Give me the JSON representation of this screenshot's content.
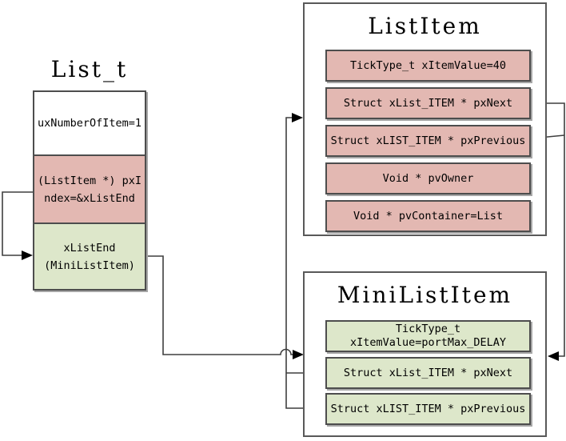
{
  "list_t": {
    "title": "List_t",
    "cells": [
      {
        "name": "uxNumberOfItem",
        "text": "uxNumberOfItem=1",
        "fill": "#ffffff"
      },
      {
        "name": "pxIndex",
        "text": "(ListItem *) pxIndex=&xListEnd",
        "fill": "#e3b8b2"
      },
      {
        "name": "xListEnd",
        "text": "xListEnd (MiniListItem)",
        "fill": "#dde7ca"
      }
    ]
  },
  "list_item": {
    "title": "ListItem",
    "rows": [
      "TickType_t xItemValue=40",
      "Struct xList_ITEM * pxNext",
      "Struct xLIST_ITEM * pxPrevious",
      "Void * pvOwner",
      "Void * pvContainer=List"
    ]
  },
  "mini_list_item": {
    "title": "MiniListItem",
    "rows": [
      "TickType_t xItemValue=portMax_DELAY",
      "Struct xList_ITEM * pxNext",
      "Struct xLIST_ITEM * pxPrevious"
    ]
  },
  "connections": [
    {
      "from": "List_t.pxIndex",
      "to": "List_t.xListEnd"
    },
    {
      "from": "List_t.xListEnd",
      "to": "MiniListItem"
    },
    {
      "from": "MiniListItem.pxNext",
      "to": "ListItem"
    },
    {
      "from": "MiniListItem.pxPrevious",
      "to": "ListItem"
    },
    {
      "from": "ListItem.pxNext",
      "to": "MiniListItem"
    },
    {
      "from": "ListItem.pxPrevious",
      "to": "MiniListItem"
    }
  ],
  "colors": {
    "pink_fill": "#e3b8b2",
    "green_fill": "#dde7ca",
    "row_border": "#4d4d4d",
    "box_border": "#595959",
    "shadow": "#a6a6a6",
    "line": "#3f3f3f",
    "arrow": "#000000"
  }
}
